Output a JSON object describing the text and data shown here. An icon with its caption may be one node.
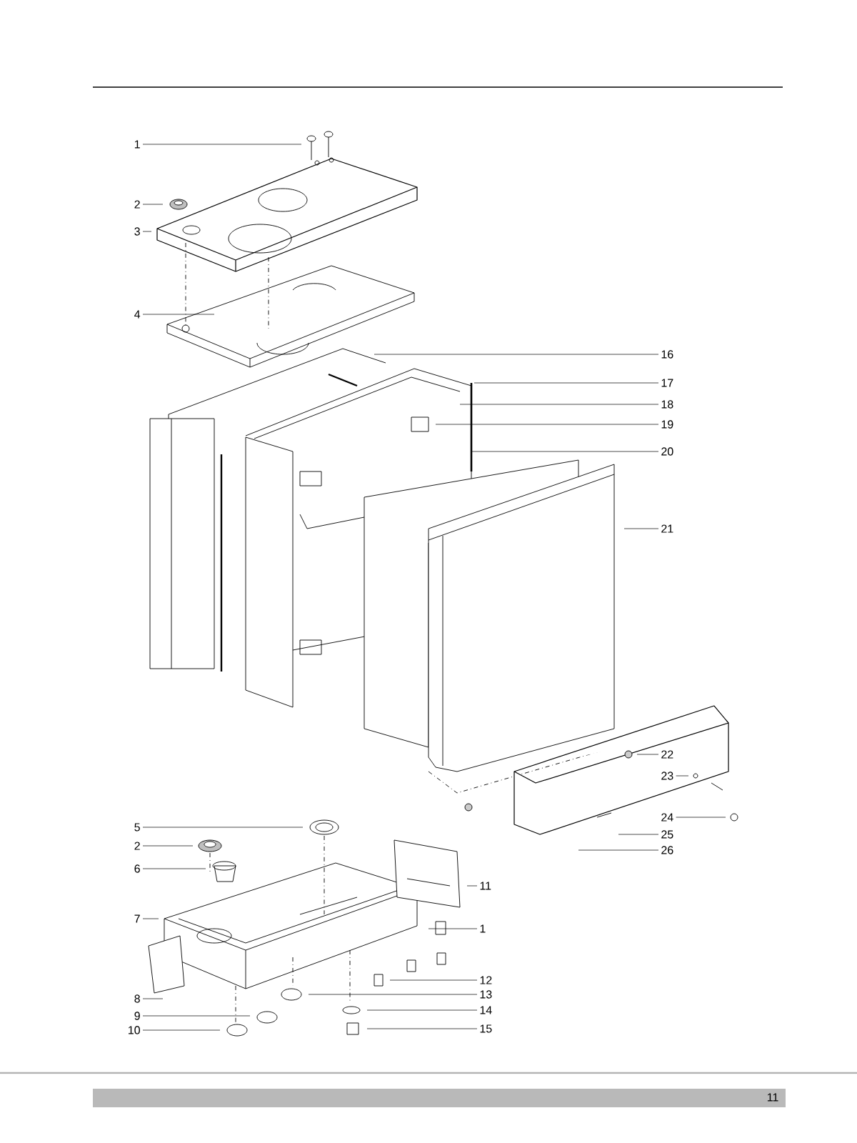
{
  "diagram": {
    "nodes": [
      {
        "text": [
          "1"
        ]
      },
      {
        "text": [
          "2"
        ]
      },
      {
        "text": [
          "3"
        ]
      },
      {
        "text": [
          "4"
        ]
      },
      {
        "text": [
          "16"
        ]
      },
      {
        "text": [
          "17"
        ]
      },
      {
        "text": [
          "18"
        ]
      },
      {
        "text": [
          "19"
        ]
      },
      {
        "text": [
          "20"
        ]
      },
      {
        "text": [
          "21"
        ]
      },
      {
        "text": [
          "22"
        ]
      },
      {
        "text": [
          "23"
        ]
      },
      {
        "text": [
          "24"
        ]
      },
      {
        "text": [
          "25"
        ]
      },
      {
        "text": [
          "26"
        ]
      },
      {
        "text": [
          "5"
        ]
      },
      {
        "text": [
          "2"
        ]
      },
      {
        "text": [
          "6"
        ]
      },
      {
        "text": [
          "7"
        ]
      },
      {
        "text": [
          "8"
        ]
      },
      {
        "text": [
          "9"
        ]
      },
      {
        "text": [
          "10"
        ]
      },
      {
        "text": [
          "11"
        ]
      },
      {
        "text": [
          "1"
        ]
      },
      {
        "text": [
          "12"
        ]
      },
      {
        "text": [
          "13"
        ]
      },
      {
        "text": [
          "14"
        ]
      },
      {
        "text": [
          "15"
        ]
      }
    ],
    "edges": [
      {
        "from": 0,
        "to": null,
        "arrow": "none"
      },
      {
        "from": 1,
        "to": null,
        "arrow": "none"
      },
      {
        "from": 2,
        "to": null,
        "arrow": "none"
      },
      {
        "from": 3,
        "to": null,
        "arrow": "none"
      },
      {
        "from": 4,
        "to": null,
        "arrow": "none"
      },
      {
        "from": 5,
        "to": null,
        "arrow": "none"
      },
      {
        "from": 6,
        "to": null,
        "arrow": "none"
      },
      {
        "from": 7,
        "to": null,
        "arrow": "none"
      },
      {
        "from": 8,
        "to": null,
        "arrow": "none"
      },
      {
        "from": 9,
        "to": null,
        "arrow": "none"
      },
      {
        "from": 10,
        "to": null,
        "arrow": "none"
      },
      {
        "from": 11,
        "to": null,
        "arrow": "none"
      },
      {
        "from": 12,
        "to": null,
        "arrow": "none"
      },
      {
        "from": 13,
        "to": null,
        "arrow": "none"
      },
      {
        "from": 14,
        "to": null,
        "arrow": "none"
      },
      {
        "from": 15,
        "to": null,
        "arrow": "none"
      },
      {
        "from": 16,
        "to": null,
        "arrow": "none"
      },
      {
        "from": 17,
        "to": null,
        "arrow": "none"
      },
      {
        "from": 18,
        "to": null,
        "arrow": "none"
      },
      {
        "from": 19,
        "to": null,
        "arrow": "none"
      },
      {
        "from": 20,
        "to": null,
        "arrow": "none"
      },
      {
        "from": 21,
        "to": null,
        "arrow": "none"
      },
      {
        "from": 22,
        "to": null,
        "arrow": "none"
      },
      {
        "from": 23,
        "to": null,
        "arrow": "none"
      },
      {
        "from": 24,
        "to": null,
        "arrow": "none"
      },
      {
        "from": 25,
        "to": null,
        "arrow": "none"
      },
      {
        "from": 26,
        "to": null,
        "arrow": "none"
      },
      {
        "from": 27,
        "to": null,
        "arrow": "none"
      }
    ],
    "labels": [
      "11"
    ]
  }
}
